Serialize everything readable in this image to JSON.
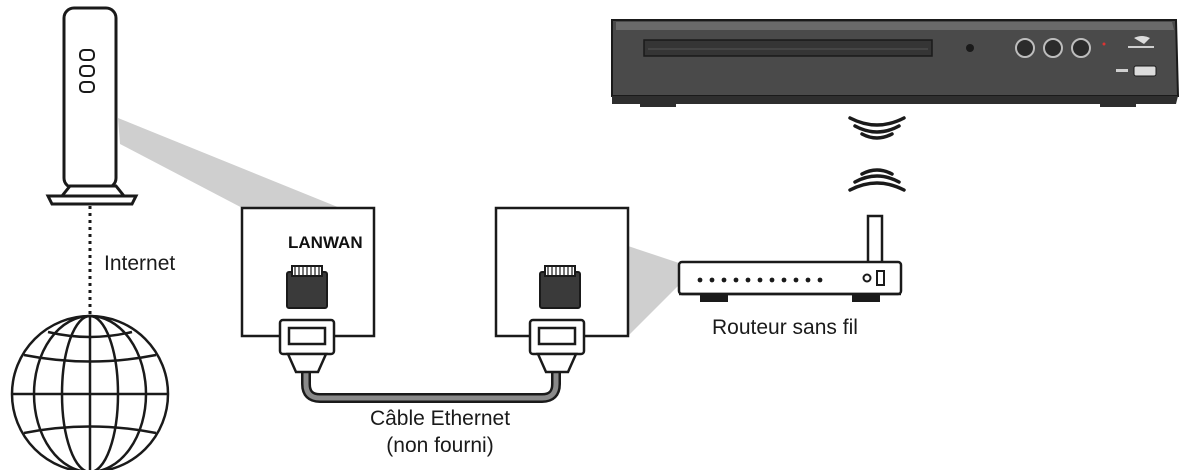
{
  "labels": {
    "internet": "Internet",
    "lanwan": "LANWAN",
    "router": "Routeur sans fil",
    "cable_line1": "Câble Ethernet",
    "cable_line2": "(non fourni)"
  },
  "icons": {
    "modem": "modem-icon",
    "globe": "globe-icon",
    "bluray_player": "bluray-player-icon",
    "wireless_router": "wireless-router-icon",
    "wifi_signal": "wifi-signal-icon",
    "ethernet_port": "ethernet-port-icon",
    "ethernet_plug": "ethernet-plug-icon"
  },
  "colors": {
    "line": "#1a1a1a",
    "gray_fill": "#cfcfcf",
    "player_body": "#4a4a4a",
    "cable": "#7a7a7a"
  }
}
